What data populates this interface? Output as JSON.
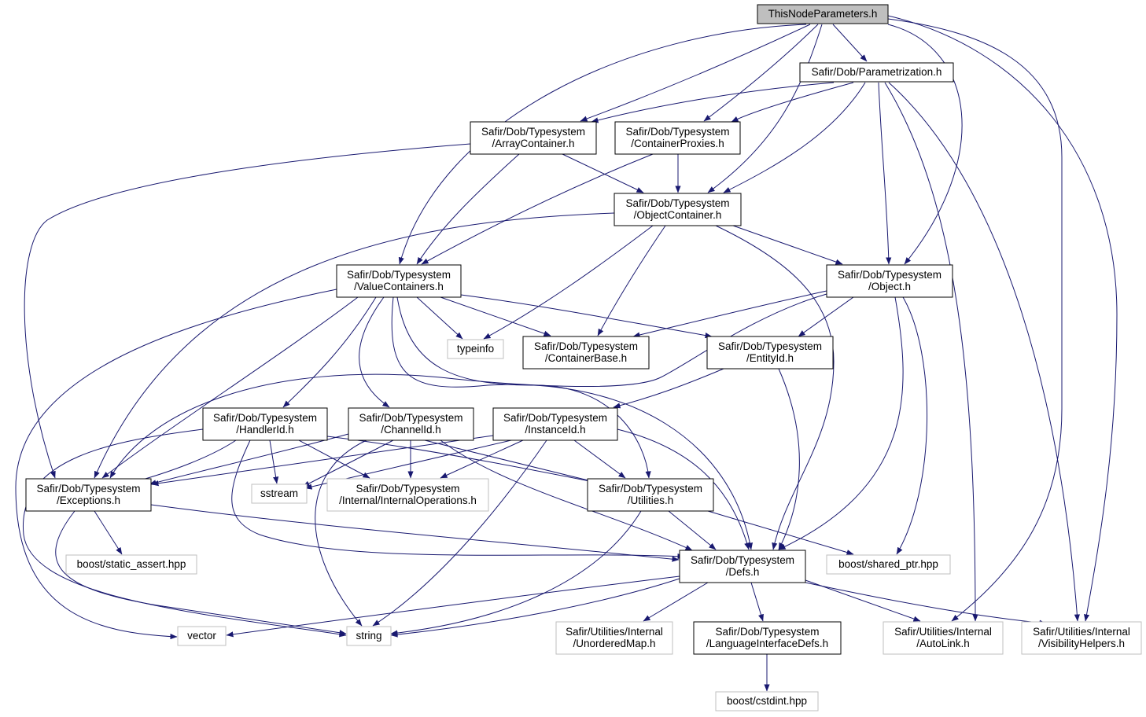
{
  "colors": {
    "edge": "#191970",
    "root_fill": "#bfbfbf",
    "documented_border": "#000000",
    "external_border": "#bfbfbf",
    "background": "#ffffff"
  },
  "nodes": [
    {
      "id": "root",
      "kind": "root",
      "lines": [
        "ThisNodeParameters.h"
      ]
    },
    {
      "id": "param",
      "kind": "documented",
      "lines": [
        "Safir/Dob/Parametrization.h"
      ]
    },
    {
      "id": "array",
      "kind": "documented",
      "lines": [
        "Safir/Dob/Typesystem",
        "/ArrayContainer.h"
      ]
    },
    {
      "id": "cprox",
      "kind": "documented",
      "lines": [
        "Safir/Dob/Typesystem",
        "/ContainerProxies.h"
      ]
    },
    {
      "id": "objc",
      "kind": "documented",
      "lines": [
        "Safir/Dob/Typesystem",
        "/ObjectContainer.h"
      ]
    },
    {
      "id": "valc",
      "kind": "documented",
      "lines": [
        "Safir/Dob/Typesystem",
        "/ValueContainers.h"
      ]
    },
    {
      "id": "obj",
      "kind": "documented",
      "lines": [
        "Safir/Dob/Typesystem",
        "/Object.h"
      ]
    },
    {
      "id": "tinfo",
      "kind": "external",
      "lines": [
        "typeinfo"
      ]
    },
    {
      "id": "cbase",
      "kind": "documented",
      "lines": [
        "Safir/Dob/Typesystem",
        "/ContainerBase.h"
      ]
    },
    {
      "id": "ent",
      "kind": "documented",
      "lines": [
        "Safir/Dob/Typesystem",
        "/EntityId.h"
      ]
    },
    {
      "id": "hnd",
      "kind": "documented",
      "lines": [
        "Safir/Dob/Typesystem",
        "/HandlerId.h"
      ]
    },
    {
      "id": "chn",
      "kind": "documented",
      "lines": [
        "Safir/Dob/Typesystem",
        "/ChannelId.h"
      ]
    },
    {
      "id": "inst",
      "kind": "documented",
      "lines": [
        "Safir/Dob/Typesystem",
        "/InstanceId.h"
      ]
    },
    {
      "id": "exc",
      "kind": "documented",
      "lines": [
        "Safir/Dob/Typesystem",
        "/Exceptions.h"
      ]
    },
    {
      "id": "sstr",
      "kind": "external",
      "lines": [
        "sstream"
      ]
    },
    {
      "id": "iops",
      "kind": "external",
      "lines": [
        "Safir/Dob/Typesystem",
        "/Internal/InternalOperations.h"
      ]
    },
    {
      "id": "util",
      "kind": "documented",
      "lines": [
        "Safir/Dob/Typesystem",
        "/Utilities.h"
      ]
    },
    {
      "id": "sassert",
      "kind": "external",
      "lines": [
        "boost/static_assert.hpp"
      ]
    },
    {
      "id": "defs",
      "kind": "documented",
      "lines": [
        "Safir/Dob/Typesystem",
        "/Defs.h"
      ]
    },
    {
      "id": "sptr",
      "kind": "external",
      "lines": [
        "boost/shared_ptr.hpp"
      ]
    },
    {
      "id": "vec",
      "kind": "external",
      "lines": [
        "vector"
      ]
    },
    {
      "id": "str",
      "kind": "external",
      "lines": [
        "string"
      ]
    },
    {
      "id": "umap",
      "kind": "external",
      "lines": [
        "Safir/Utilities/Internal",
        "/UnorderedMap.h"
      ]
    },
    {
      "id": "lidefs",
      "kind": "documented",
      "lines": [
        "Safir/Dob/Typesystem",
        "/LanguageInterfaceDefs.h"
      ]
    },
    {
      "id": "alink",
      "kind": "external",
      "lines": [
        "Safir/Utilities/Internal",
        "/AutoLink.h"
      ]
    },
    {
      "id": "vis",
      "kind": "external",
      "lines": [
        "Safir/Utilities/Internal",
        "/VisibilityHelpers.h"
      ]
    },
    {
      "id": "cstd",
      "kind": "external",
      "lines": [
        "boost/cstdint.hpp"
      ]
    }
  ],
  "edges": [
    [
      "root",
      "param"
    ],
    [
      "root",
      "array"
    ],
    [
      "root",
      "cprox"
    ],
    [
      "root",
      "objc"
    ],
    [
      "root",
      "valc"
    ],
    [
      "root",
      "obj"
    ],
    [
      "root",
      "alink"
    ],
    [
      "root",
      "vis"
    ],
    [
      "param",
      "array"
    ],
    [
      "param",
      "cprox"
    ],
    [
      "param",
      "objc"
    ],
    [
      "param",
      "obj"
    ],
    [
      "param",
      "alink"
    ],
    [
      "param",
      "vis"
    ],
    [
      "array",
      "objc"
    ],
    [
      "array",
      "valc"
    ],
    [
      "array",
      "exc"
    ],
    [
      "cprox",
      "objc"
    ],
    [
      "cprox",
      "valc"
    ],
    [
      "objc",
      "obj"
    ],
    [
      "objc",
      "tinfo"
    ],
    [
      "objc",
      "cbase"
    ],
    [
      "objc",
      "exc"
    ],
    [
      "objc",
      "defs"
    ],
    [
      "valc",
      "tinfo"
    ],
    [
      "valc",
      "cbase"
    ],
    [
      "valc",
      "ent"
    ],
    [
      "valc",
      "hnd"
    ],
    [
      "valc",
      "chn"
    ],
    [
      "valc",
      "exc"
    ],
    [
      "valc",
      "util"
    ],
    [
      "valc",
      "defs"
    ],
    [
      "valc",
      "vec"
    ],
    [
      "obj",
      "cbase"
    ],
    [
      "obj",
      "ent"
    ],
    [
      "obj",
      "exc"
    ],
    [
      "obj",
      "defs"
    ],
    [
      "obj",
      "sptr"
    ],
    [
      "ent",
      "inst"
    ],
    [
      "ent",
      "defs"
    ],
    [
      "hnd",
      "exc"
    ],
    [
      "hnd",
      "sstr"
    ],
    [
      "hnd",
      "iops"
    ],
    [
      "hnd",
      "util"
    ],
    [
      "hnd",
      "defs"
    ],
    [
      "hnd",
      "str"
    ],
    [
      "chn",
      "exc"
    ],
    [
      "chn",
      "sstr"
    ],
    [
      "chn",
      "iops"
    ],
    [
      "chn",
      "util"
    ],
    [
      "chn",
      "defs"
    ],
    [
      "chn",
      "str"
    ],
    [
      "inst",
      "exc"
    ],
    [
      "inst",
      "sstr"
    ],
    [
      "inst",
      "iops"
    ],
    [
      "inst",
      "util"
    ],
    [
      "inst",
      "defs"
    ],
    [
      "inst",
      "str"
    ],
    [
      "exc",
      "sassert"
    ],
    [
      "exc",
      "defs"
    ],
    [
      "exc",
      "str"
    ],
    [
      "util",
      "defs"
    ],
    [
      "util",
      "sptr"
    ],
    [
      "util",
      "str"
    ],
    [
      "defs",
      "vec"
    ],
    [
      "defs",
      "str"
    ],
    [
      "defs",
      "umap"
    ],
    [
      "defs",
      "lidefs"
    ],
    [
      "defs",
      "alink"
    ],
    [
      "defs",
      "vis"
    ],
    [
      "lidefs",
      "cstd"
    ]
  ]
}
